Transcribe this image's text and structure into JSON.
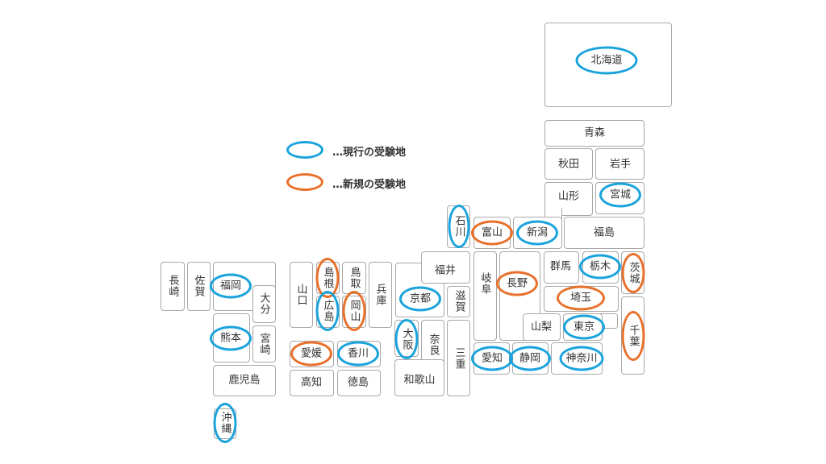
{
  "colors": {
    "current": "#1aa3dc",
    "new": "#e8702a",
    "border": "#a8a8a8"
  },
  "legend": {
    "current": "…現行の受験地",
    "new": "…新規の受験地"
  },
  "prefectures": [
    {
      "name": "北海道",
      "status": "current"
    },
    {
      "name": "青森",
      "status": "none"
    },
    {
      "name": "秋田",
      "status": "none"
    },
    {
      "name": "岩手",
      "status": "none"
    },
    {
      "name": "山形",
      "status": "none"
    },
    {
      "name": "宮城",
      "status": "current"
    },
    {
      "name": "福島",
      "status": "none"
    },
    {
      "name": "石川",
      "status": "current"
    },
    {
      "name": "富山",
      "status": "new"
    },
    {
      "name": "新潟",
      "status": "current"
    },
    {
      "name": "福井",
      "status": "none"
    },
    {
      "name": "京都",
      "status": "current"
    },
    {
      "name": "滋賀",
      "status": "none"
    },
    {
      "name": "大阪",
      "status": "current"
    },
    {
      "name": "奈良",
      "status": "none"
    },
    {
      "name": "和歌山",
      "status": "none"
    },
    {
      "name": "三重",
      "status": "none"
    },
    {
      "name": "岐阜",
      "status": "none"
    },
    {
      "name": "長野",
      "status": "new"
    },
    {
      "name": "群馬",
      "status": "none"
    },
    {
      "name": "栃木",
      "status": "current"
    },
    {
      "name": "茨城",
      "status": "new"
    },
    {
      "name": "埼玉",
      "status": "new"
    },
    {
      "name": "千葉",
      "status": "new"
    },
    {
      "name": "山梨",
      "status": "none"
    },
    {
      "name": "東京",
      "status": "current"
    },
    {
      "name": "愛知",
      "status": "current"
    },
    {
      "name": "静岡",
      "status": "current"
    },
    {
      "name": "神奈川",
      "status": "current"
    },
    {
      "name": "山口",
      "status": "none"
    },
    {
      "name": "島根",
      "status": "new"
    },
    {
      "name": "鳥取",
      "status": "none"
    },
    {
      "name": "広島",
      "status": "current"
    },
    {
      "name": "岡山",
      "status": "new"
    },
    {
      "name": "兵庫",
      "status": "none"
    },
    {
      "name": "愛媛",
      "status": "new"
    },
    {
      "name": "香川",
      "status": "current"
    },
    {
      "name": "高知",
      "status": "none"
    },
    {
      "name": "徳島",
      "status": "none"
    },
    {
      "name": "長崎",
      "status": "none"
    },
    {
      "name": "佐賀",
      "status": "none"
    },
    {
      "name": "福岡",
      "status": "current"
    },
    {
      "name": "大分",
      "status": "none"
    },
    {
      "name": "熊本",
      "status": "current"
    },
    {
      "name": "宮崎",
      "status": "none"
    },
    {
      "name": "鹿児島",
      "status": "none"
    },
    {
      "name": "沖縄",
      "status": "current"
    }
  ]
}
